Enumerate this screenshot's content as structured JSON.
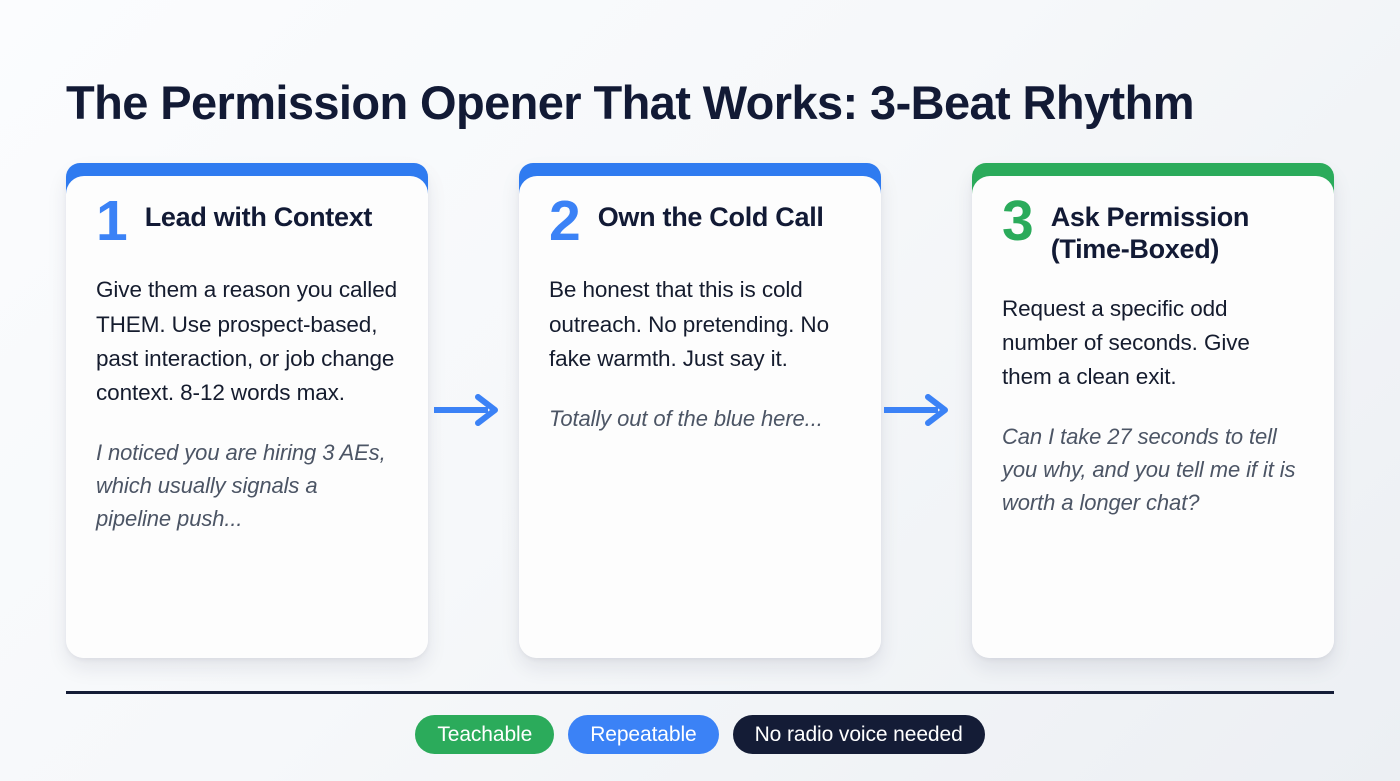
{
  "header": {
    "title": "The Permission Opener That Works: 3-Beat Rhythm"
  },
  "colors": {
    "blue": "#2f7bf0",
    "blue_number": "#3b82f6",
    "green": "#2bab5b",
    "dark": "#121a35",
    "badge_dark": "#141c36",
    "card_surface": "#fdfdfd",
    "background": "#f4f6f9"
  },
  "cards": [
    {
      "number": "1",
      "title": "Lead with Context",
      "description": "Give them a reason you called THEM. Use prospect-based, past interaction, or job change context. 8-12 words max.",
      "quote": "I noticed you are hiring 3 AEs, which usually signals a pipeline push...",
      "accent": "#2f7bf0",
      "number_color": "#3b82f6"
    },
    {
      "number": "2",
      "title": "Own the Cold Call",
      "description": "Be honest that this is cold outreach. No pretending. No fake warmth. Just say it.",
      "quote": "Totally out of the blue here...",
      "accent": "#2f7bf0",
      "number_color": "#3b82f6"
    },
    {
      "number": "3",
      "title": "Ask Permission (Time-Boxed)",
      "description": "Request a specific odd number of seconds. Give them a clean exit.",
      "quote": "Can I take 27 seconds to tell you why, and you tell me if it is worth a longer chat?",
      "accent": "#2bab5b",
      "number_color": "#2bab5b"
    }
  ],
  "connectors": [
    {
      "name": "arrow-card1-to-card2",
      "icon": "arrow-right-icon",
      "color": "#3b82f6"
    },
    {
      "name": "arrow-card2-to-card3",
      "icon": "arrow-right-icon",
      "color": "#3b82f6"
    }
  ],
  "footer": {
    "badges": [
      {
        "label": "Teachable",
        "background": "#2bab5b"
      },
      {
        "label": "Repeatable",
        "background": "#3b82f6"
      },
      {
        "label": "No radio voice needed",
        "background": "#141c36"
      }
    ]
  }
}
